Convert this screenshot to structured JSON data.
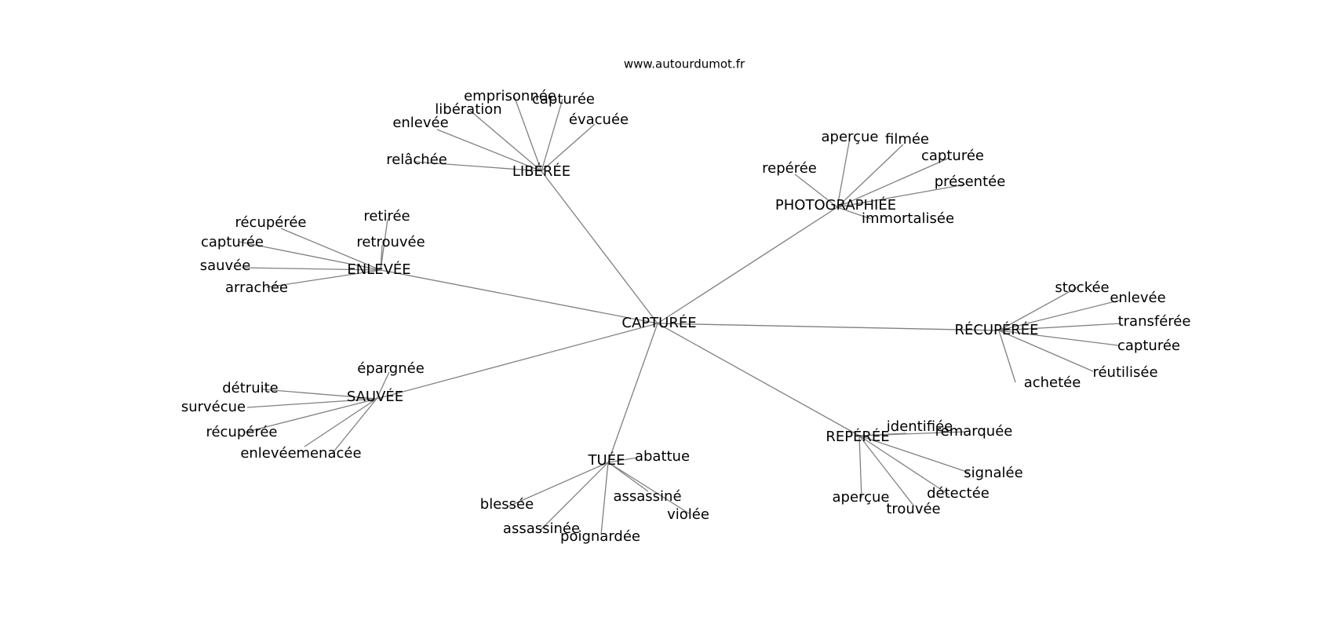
{
  "watermark": "www.autourdumot.fr",
  "colors": {
    "edge": "#808080",
    "text": "#000000",
    "background": "#ffffff"
  },
  "center": {
    "label": "CAPTURÉE"
  },
  "clusters": [
    {
      "hub": "LIBÉRÉE",
      "leaves": [
        "emprisonnée",
        "capturée",
        "libération",
        "évacuée",
        "enlevée",
        "relâchée"
      ]
    },
    {
      "hub": "PHOTOGRAPHIÉE",
      "leaves": [
        "aperçue",
        "filmée",
        "capturée",
        "repérée",
        "présentée",
        "immortalisée"
      ]
    },
    {
      "hub": "ENLEVÉE",
      "leaves": [
        "retirée",
        "récupérée",
        "retrouvée",
        "capturée",
        "sauvée",
        "arrachée"
      ]
    },
    {
      "hub": "RÉCUPÉRÉE",
      "leaves": [
        "stockée",
        "enlevée",
        "transférée",
        "capturée",
        "réutilisée",
        "achetée"
      ]
    },
    {
      "hub": "SAUVÉE",
      "leaves": [
        "épargnée",
        "détruite",
        "survécue",
        "récupérée",
        "enlevée",
        "menacée"
      ]
    },
    {
      "hub": "REPÉRÉE",
      "leaves": [
        "identifiée",
        "remarquée",
        "signalée",
        "détectée",
        "aperçue",
        "trouvée"
      ]
    },
    {
      "hub": "TUÉE",
      "leaves": [
        "abattue",
        "assassiné",
        "blessée",
        "violée",
        "assassinée",
        "poignardée"
      ]
    }
  ]
}
